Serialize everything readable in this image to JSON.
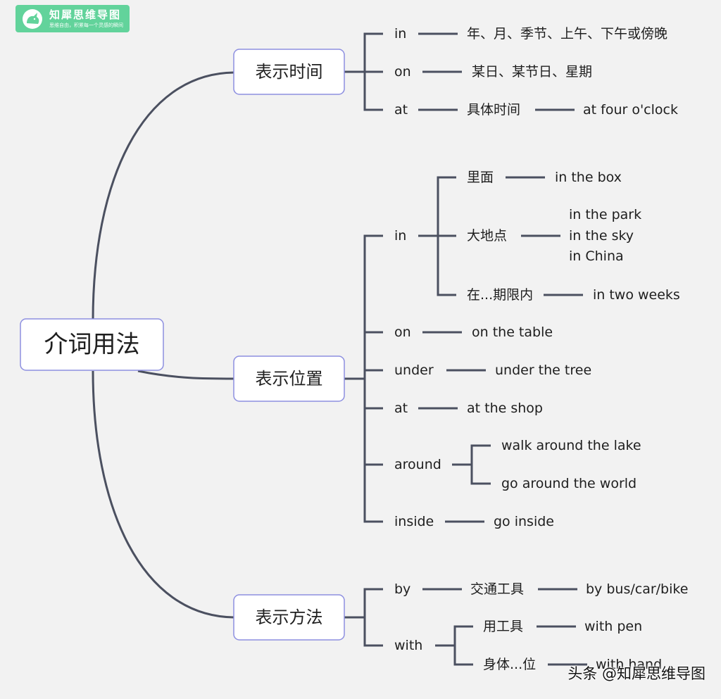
{
  "logo": {
    "name": "知犀思维导图",
    "slogan": "思维自由，积累每一个灵感的瞬间"
  },
  "watermark": "头条 @知犀思维导图",
  "mindmap": {
    "root": "介词用法",
    "branches": [
      {
        "label": "表示时间",
        "items": [
          {
            "label": "in",
            "children": [
              {
                "label": "年、月、季节、上午、下午或傍晚"
              }
            ]
          },
          {
            "label": "on",
            "children": [
              {
                "label": "某日、某节日、星期"
              }
            ]
          },
          {
            "label": "at",
            "children": [
              {
                "label": "具体时间",
                "children": [
                  {
                    "label": "at four o'clock"
                  }
                ]
              }
            ]
          }
        ]
      },
      {
        "label": "表示位置",
        "items": [
          {
            "label": "in",
            "children": [
              {
                "label": "里面",
                "children": [
                  {
                    "label": "in the box"
                  }
                ]
              },
              {
                "label": "大地点",
                "children": [
                  {
                    "label": "in the park"
                  },
                  {
                    "label": "in the sky"
                  },
                  {
                    "label": "in China"
                  }
                ]
              },
              {
                "label": "在...期限内",
                "children": [
                  {
                    "label": "in two weeks"
                  }
                ]
              }
            ]
          },
          {
            "label": "on",
            "children": [
              {
                "label": "on the table"
              }
            ]
          },
          {
            "label": "under",
            "children": [
              {
                "label": "under the tree"
              }
            ]
          },
          {
            "label": "at",
            "children": [
              {
                "label": "at the shop"
              }
            ]
          },
          {
            "label": "around",
            "children": [
              {
                "label": "walk around the lake"
              },
              {
                "label": "go around the world"
              }
            ]
          },
          {
            "label": "inside",
            "children": [
              {
                "label": "go inside"
              }
            ]
          }
        ]
      },
      {
        "label": "表示方法",
        "items": [
          {
            "label": "by",
            "children": [
              {
                "label": "交通工具",
                "children": [
                  {
                    "label": "by bus/car/bike"
                  }
                ]
              }
            ]
          },
          {
            "label": "with",
            "children": [
              {
                "label": "用工具",
                "children": [
                  {
                    "label": "with pen"
                  }
                ]
              },
              {
                "label": "身体...位",
                "children": [
                  {
                    "label": "with hand"
                  }
                ]
              }
            ]
          }
        ]
      }
    ]
  },
  "colors": {
    "background": "#f2f2f2",
    "line": "#4b5060",
    "box_border": "#8d8fe0",
    "box_fill": "#ffffff",
    "text": "#1e1e1e",
    "logo": "#62d39b"
  }
}
